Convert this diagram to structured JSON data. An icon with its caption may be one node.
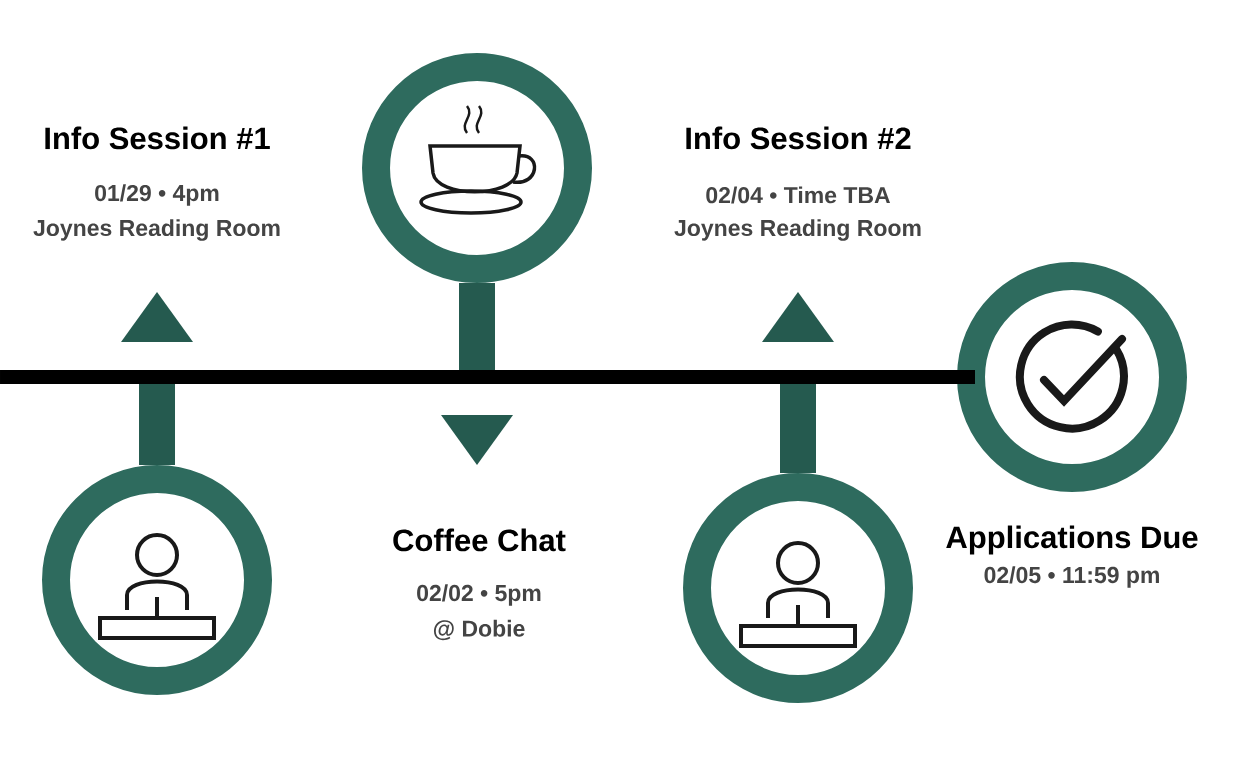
{
  "diagram": {
    "nodes": [
      {
        "text": [],
        "shape": "circle"
      },
      {
        "text": [],
        "shape": "circle"
      },
      {
        "text": [],
        "shape": "circle"
      },
      {
        "text": [],
        "shape": "circle"
      },
      {
        "text": [],
        "shape": "bar"
      }
    ],
    "edges": [
      {
        "from": 0,
        "to": 4,
        "arrow": "none"
      },
      {
        "from": 1,
        "to": 4,
        "arrow": "none"
      },
      {
        "from": 2,
        "to": 4,
        "arrow": "none"
      }
    ],
    "labels": [
      "Info Session #1",
      "01/29 • 4pm",
      "Joynes Reading Room",
      "Info Session #2",
      "02/04 • Time TBA",
      "Joynes Reading Room",
      "Coffee Chat",
      "02/02 • 5pm",
      "@ Dobie",
      "Applications Due",
      "02/05 • 11:59 pm"
    ]
  }
}
